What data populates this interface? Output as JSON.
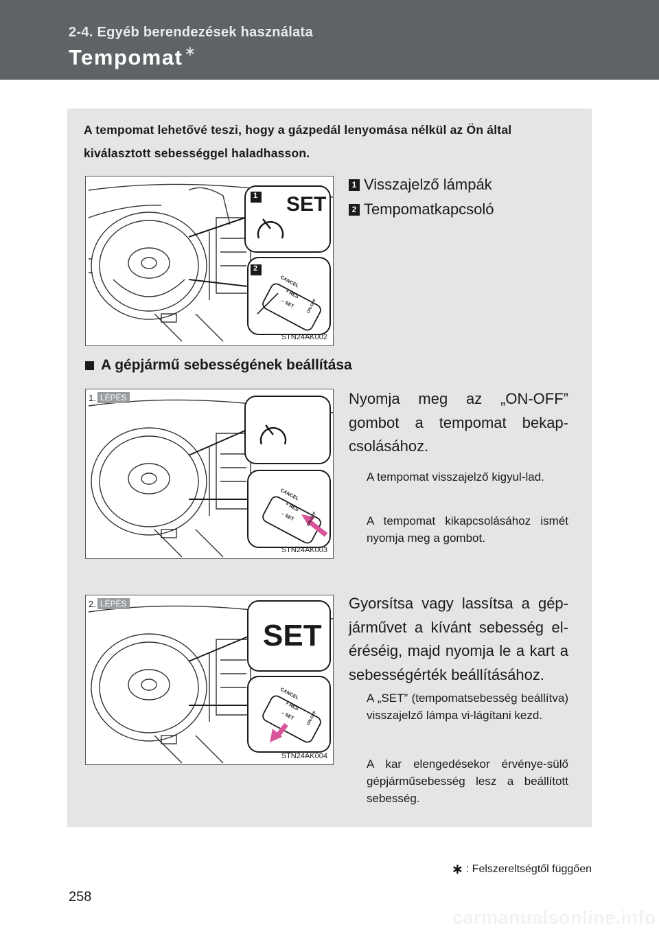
{
  "header": {
    "section": "2-4. Egyéb berendezések használata",
    "title": "Tempomat",
    "title_mark": "∗"
  },
  "intro": "A tempomat lehetővé teszi, hogy a gázpedál lenyomása nélkül az Ön által kiválasztott sebességgel haladhasson.",
  "legend": [
    {
      "num": "1",
      "label": "Visszajelző lámpák"
    },
    {
      "num": "2",
      "label": "Tempomatkapcsoló"
    }
  ],
  "figures": [
    {
      "code": "STN24AK002",
      "badge1": "1",
      "badge2": "2",
      "callout_text": "SET",
      "lever_cancel": "CANCEL",
      "lever_res": "+ RES",
      "lever_set": "– SET",
      "lever_onoff": "ON-OFF"
    },
    {
      "code": "STN24AK003",
      "lever_cancel": "CANCEL",
      "lever_res": "+ RES",
      "lever_set": "– SET",
      "lever_onoff": "ON-OFF"
    },
    {
      "code": "STN24AK004",
      "callout_text": "SET",
      "lever_cancel": "CANCEL",
      "lever_res": "+ RES",
      "lever_set": "– SET",
      "lever_onoff": "ON-OFF"
    }
  ],
  "subheading": "A gépjármű sebességének beállítása",
  "steps": [
    {
      "num": "1.",
      "word": "LÉPÉS",
      "text": "Nyomja meg az „ON-OFF” gombot a tempomat bekap-csolásához.",
      "notes": [
        "A tempomat visszajelző kigyul-lad.",
        "A tempomat kikapcsolásához ismét nyomja meg a gombot."
      ]
    },
    {
      "num": "2.",
      "word": "LÉPÉS",
      "text": "Gyorsítsa vagy lassítsa a gép-járművet a kívánt sebesség el-éréséig, majd nyomja le a kart a sebességérték beállításához.",
      "notes": [
        "A „SET” (tempomatsebesség beállítva) visszajelző lámpa vi-lágítani kezd.",
        "A kar elengedésekor érvénye-sülő gépjárműsebesség lesz a beállított sebesség."
      ]
    }
  ],
  "footnote": {
    "mark": "∗",
    "text": ": Felszereltségtől függően"
  },
  "page_number": "258",
  "watermark": "carmanualsonline.info"
}
